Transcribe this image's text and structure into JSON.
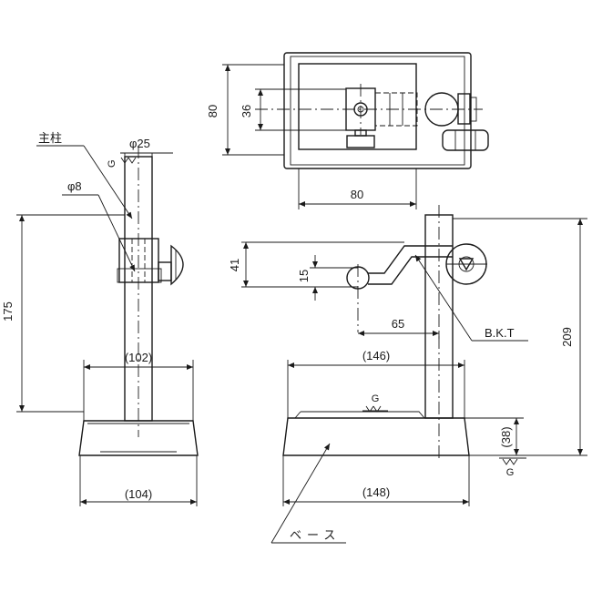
{
  "labels": {
    "main_column": "主柱",
    "base": "ベース",
    "bkt": "B.K.T",
    "g_top": "G",
    "g_base": "G",
    "g_right": "G"
  },
  "dimensions": {
    "phi25": "φ25",
    "phi8": "φ8",
    "d175": "175",
    "d102": "(102)",
    "d104": "(104)",
    "d80_vertical": "80",
    "d36": "36",
    "d80_horizontal": "80",
    "d41": "41",
    "d15": "15",
    "d65": "65",
    "d146": "(146)",
    "d148": "(148)",
    "d209": "209",
    "d38": "(38)"
  }
}
